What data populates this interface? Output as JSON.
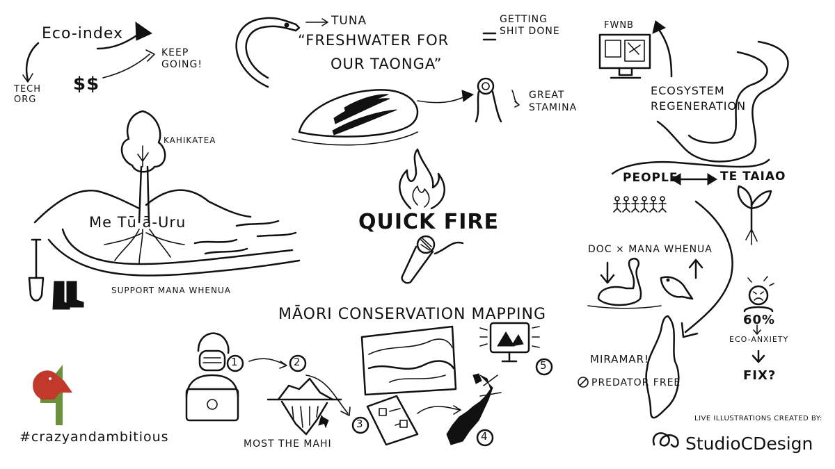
{
  "labels": {
    "eco_index": "Eco-index",
    "tech_org": "TECH ORG",
    "dollars": "$$",
    "keep_going": "KEEP GOING!",
    "tuna": "TUNA",
    "freshwater_quote_line1": "“FRESHWATER FOR",
    "freshwater_quote_line2": "OUR TAONGA”",
    "getting_done": "GETTING SHIT DONE",
    "great_stamina": "GREAT STAMINA",
    "fwnb": "FWNB",
    "ecosystem_regeneration": "ECOSYSTEM REGENERATION",
    "kahikatea": "KAHIKATEA",
    "me_tu_a_uru": "Me Tū ā-Uru",
    "support_mana_whenua": "SUPPORT MANA WHENUA",
    "quick_fire": "QUICK FIRE",
    "people": "PEOPLE",
    "te_taiao": "TE TAIAO",
    "doc_mana_whenua": "DOC × MANA WHENUA",
    "percent": "60%",
    "eco_anxiety": "ECO-ANXIETY",
    "fix": "FIX?",
    "maori_mapping": "MĀORI CONSERVATION MAPPING",
    "miramar": "MIRAMAR!",
    "predator_free": "PREDATOR FREE",
    "most_the_mahi": "MOST THE MAHI",
    "hashtag": "#crazyandambitious",
    "credit": "LIVE ILLUSTRATIONS CREATED BY:",
    "logo_text": "StudioCDesign",
    "step1": "1",
    "step2": "2",
    "step3": "3",
    "step4": "4",
    "step5": "5"
  },
  "colors": {
    "ink": "#111111",
    "logo_red": "#c0392b",
    "logo_green": "#6b8f3a",
    "background": "#ffffff"
  }
}
